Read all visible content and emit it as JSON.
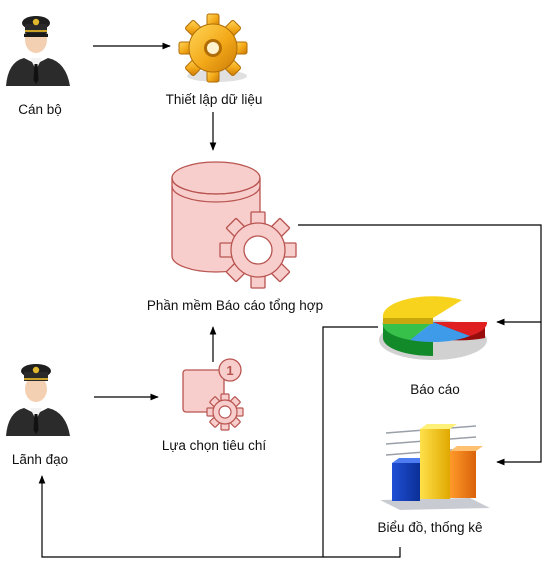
{
  "nodes": {
    "officer": {
      "label": "Cán bộ",
      "icon": "officer-avatar-icon"
    },
    "setup": {
      "label": "Thiết lập dữ liệu",
      "icon": "gear-icon"
    },
    "software": {
      "label": "Phần mềm Báo cáo tổng hợp",
      "icon": "database-gear-icon"
    },
    "leader": {
      "label": "Lãnh đạo",
      "icon": "leader-avatar-icon"
    },
    "criteria": {
      "label": "Lựa chọn tiêu chí",
      "icon": "criteria-settings-icon",
      "badge": "1"
    },
    "report": {
      "label": "Báo cáo",
      "icon": "pie-chart-icon"
    },
    "stats": {
      "label": "Biểu đồ, thống kê",
      "icon": "bar-chart-icon"
    }
  },
  "edges": [
    {
      "from": "officer",
      "to": "setup"
    },
    {
      "from": "setup",
      "to": "software"
    },
    {
      "from": "software",
      "to": "report"
    },
    {
      "from": "software",
      "to": "stats"
    },
    {
      "from": "leader",
      "to": "criteria"
    },
    {
      "from": "criteria",
      "to": "software"
    },
    {
      "from": "report",
      "to": "leader"
    },
    {
      "from": "stats",
      "to": "leader"
    }
  ],
  "colors": {
    "db_fill": "#f8cecc",
    "db_stroke": "#b85450",
    "gear_gold": "#f3b21b",
    "line": "#000000"
  }
}
